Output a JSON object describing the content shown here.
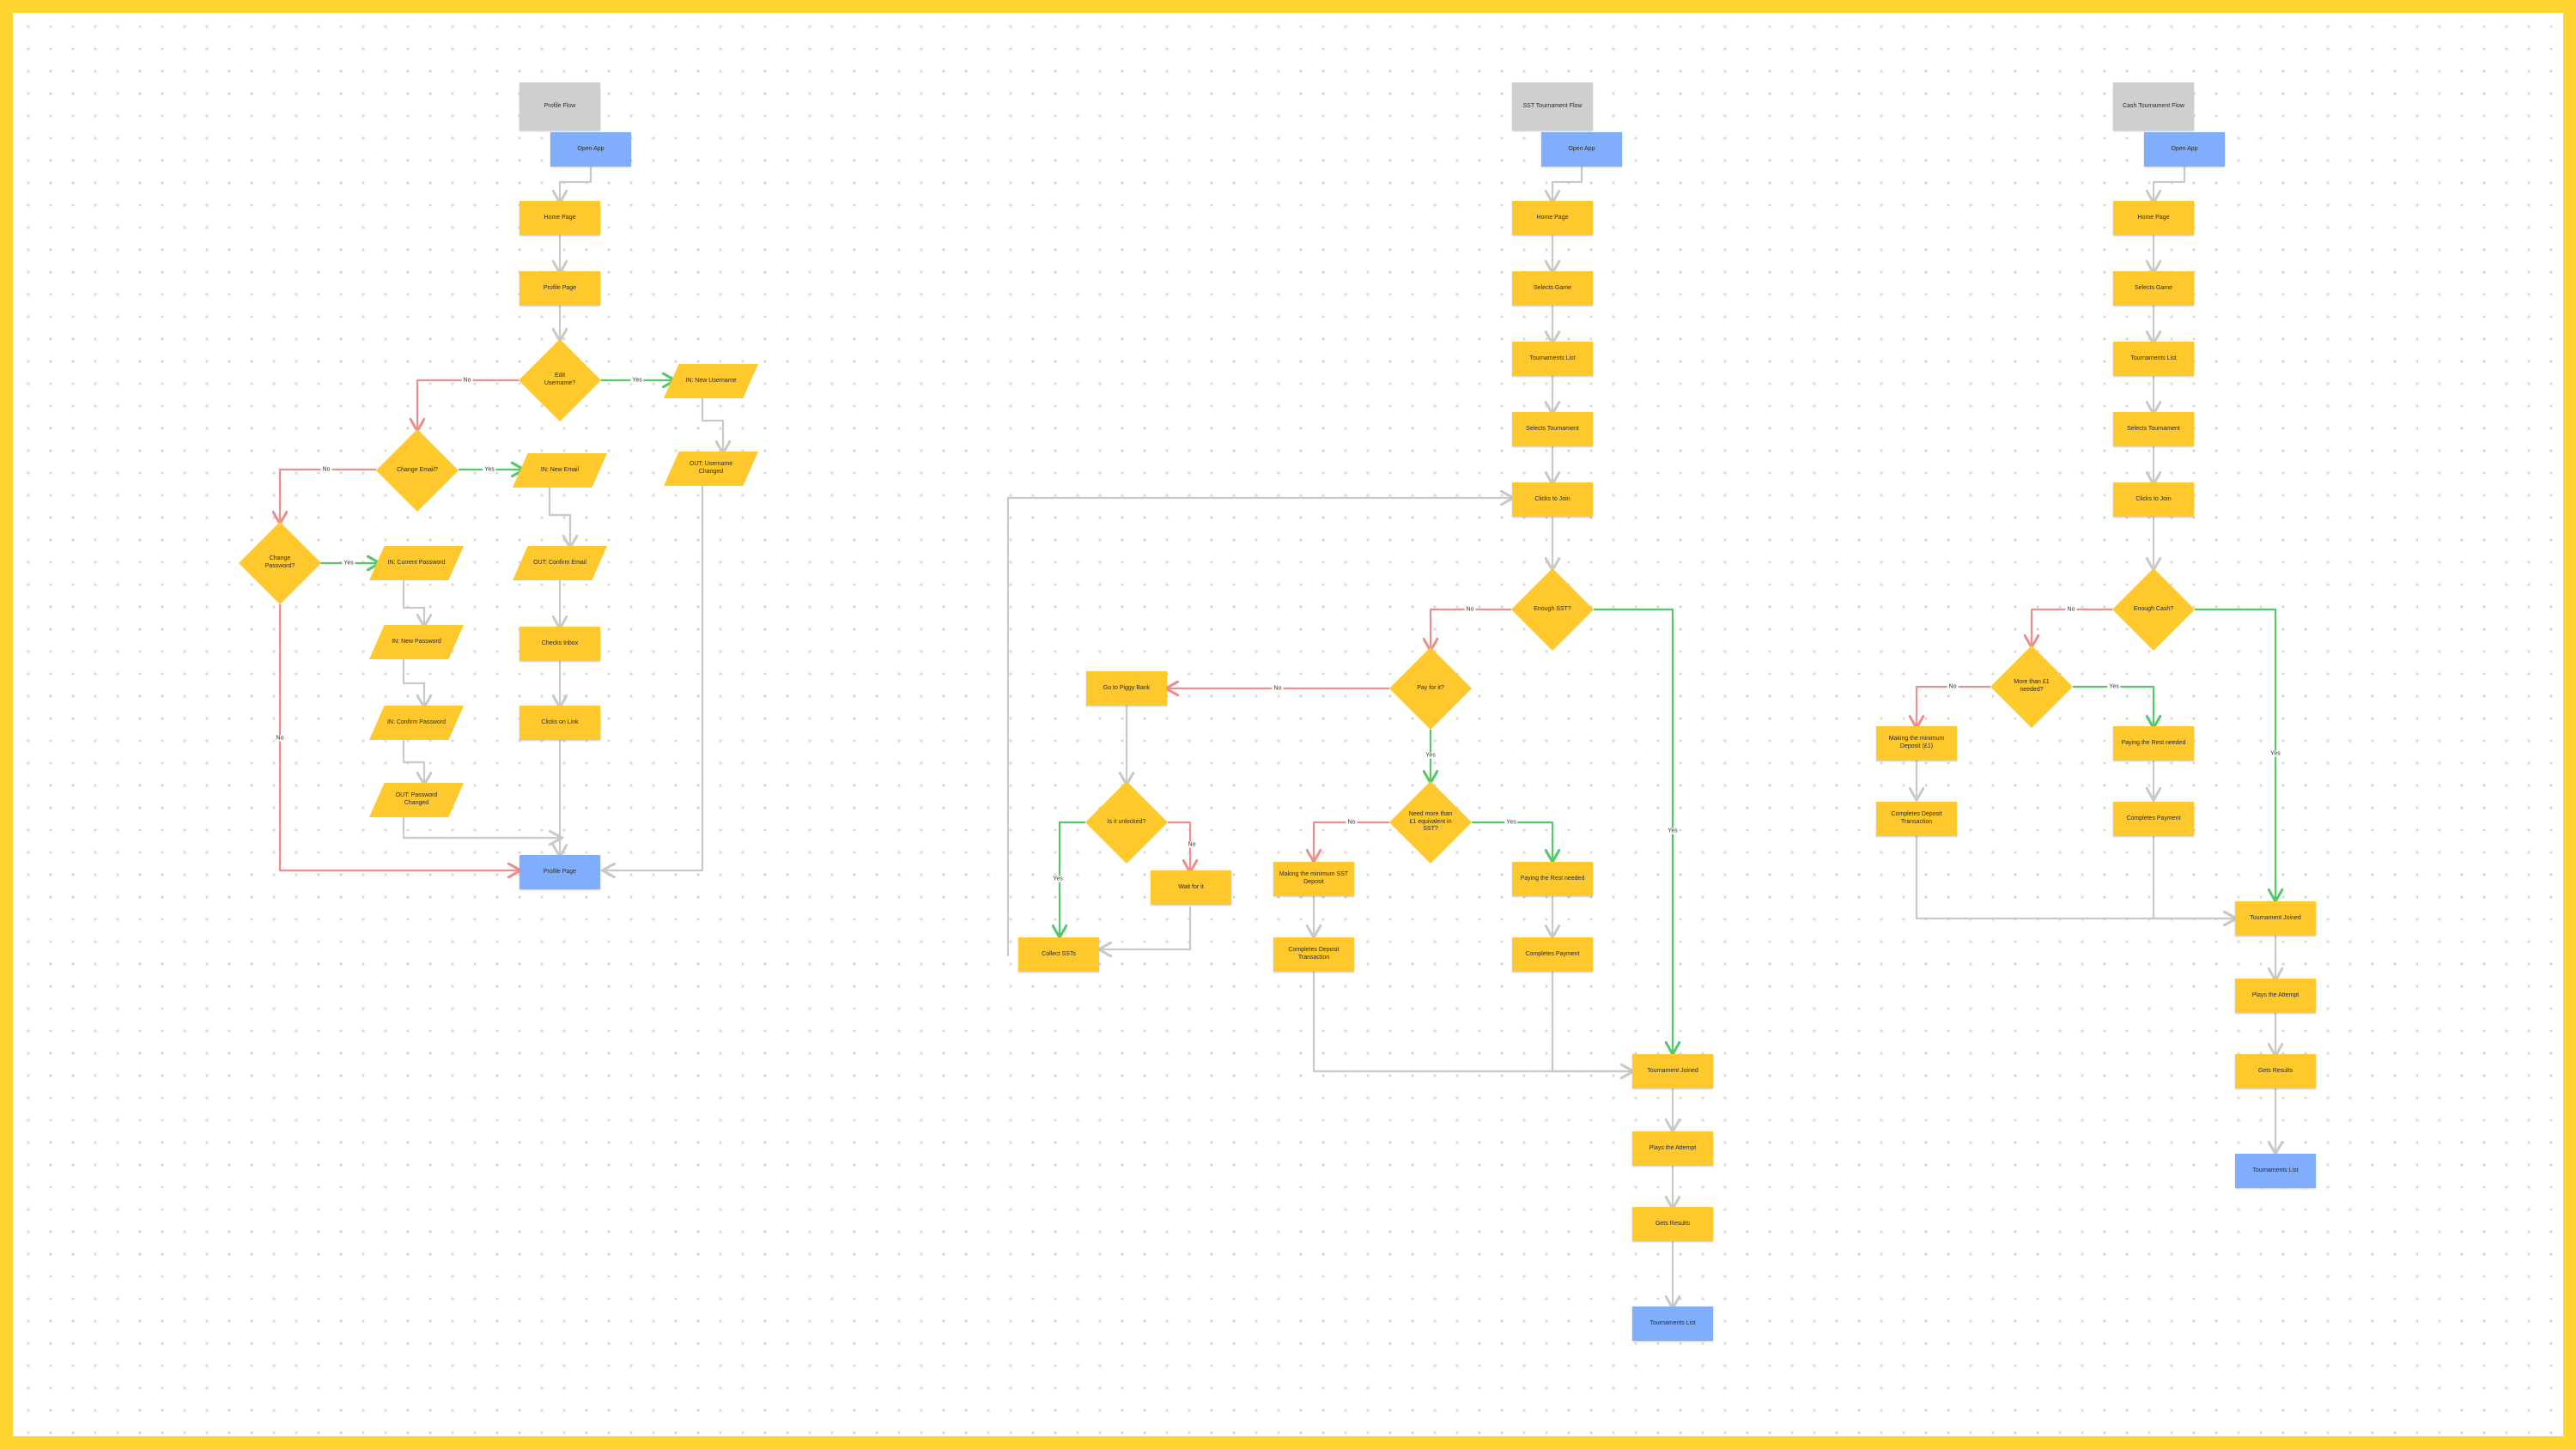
{
  "colors": {
    "frame": "#ffd52e",
    "node": "#ffc82c",
    "terminal": "#80aefd",
    "header": "#cfcfcf",
    "edge": "#c9c9c9",
    "yes": "#54c96a",
    "no": "#ee8f8f"
  },
  "profile": {
    "title": "Profile Flow",
    "open_app": "Open App",
    "home_page": "Home Page",
    "profile_page": "Profile Page",
    "edit_username": "Edit Username?",
    "in_new_username": "IN: New Username",
    "out_username_changed": "OUT: Username Changed",
    "change_email": "Change Email?",
    "in_new_email": "IN: New Email",
    "out_confirm_email": "OUT: Confirm Email",
    "checks_inbox": "Checks Inbox",
    "clicks_on_link": "Clicks on Link",
    "change_password": "Change Password?",
    "in_current_password": "IN: Current Password",
    "in_new_password": "IN: New Password",
    "in_confirm_password": "IN: Confirm Password",
    "out_password_changed": "OUT: Password Changed",
    "profile_page_end": "Profile Page"
  },
  "sst": {
    "title": "SST Tournament Flow",
    "open_app": "Open App",
    "home_page": "Home Page",
    "selects_game": "Selects Game",
    "tournaments_list": "Tournaments List",
    "selects_tournament": "Selects Tournament",
    "clicks_to_join": "Clicks to Join",
    "enough_sst": "Enough SST?",
    "pay_for_it": "Pay for it?",
    "go_to_piggy_bank": "Go to Piggy Bank",
    "is_it_unlocked": "Is it unlocked?",
    "wait_for_it": "Wait for it",
    "collect_ssts": "Collect SSTs",
    "need_more": "Need more than £1 equivalent in SST?",
    "making_min_deposit": "Making the minimum SST Deposit",
    "completes_deposit": "Completes Deposit Transaction",
    "paying_rest": "Paying the Rest needed",
    "completes_payment": "Completes Payment",
    "tournament_joined": "Tournament Joined",
    "plays_attempt": "Plays the Attempt",
    "gets_results": "Gets Results",
    "tournaments_list_end": "Tournaments List"
  },
  "cash": {
    "title": "Cash Tournament Flow",
    "open_app": "Open App",
    "home_page": "Home Page",
    "selects_game": "Selects Game",
    "tournaments_list": "Tournaments List",
    "selects_tournament": "Selects Tournament",
    "clicks_to_join": "Clicks to Join",
    "enough_cash": "Enough Cash?",
    "more_than": "More than £1 needed?",
    "making_min_deposit": "Making the minimum Deposit (£1)",
    "completes_deposit": "Completes Deposit Transaction",
    "paying_rest": "Paying the Rest needed",
    "completes_payment": "Completes Payment",
    "tournament_joined": "Tournament Joined",
    "plays_attempt": "Plays the Attempt",
    "gets_results": "Gets Results",
    "tournaments_list_end": "Tournaments List"
  },
  "labels": {
    "yes": "Yes",
    "no": "No"
  }
}
